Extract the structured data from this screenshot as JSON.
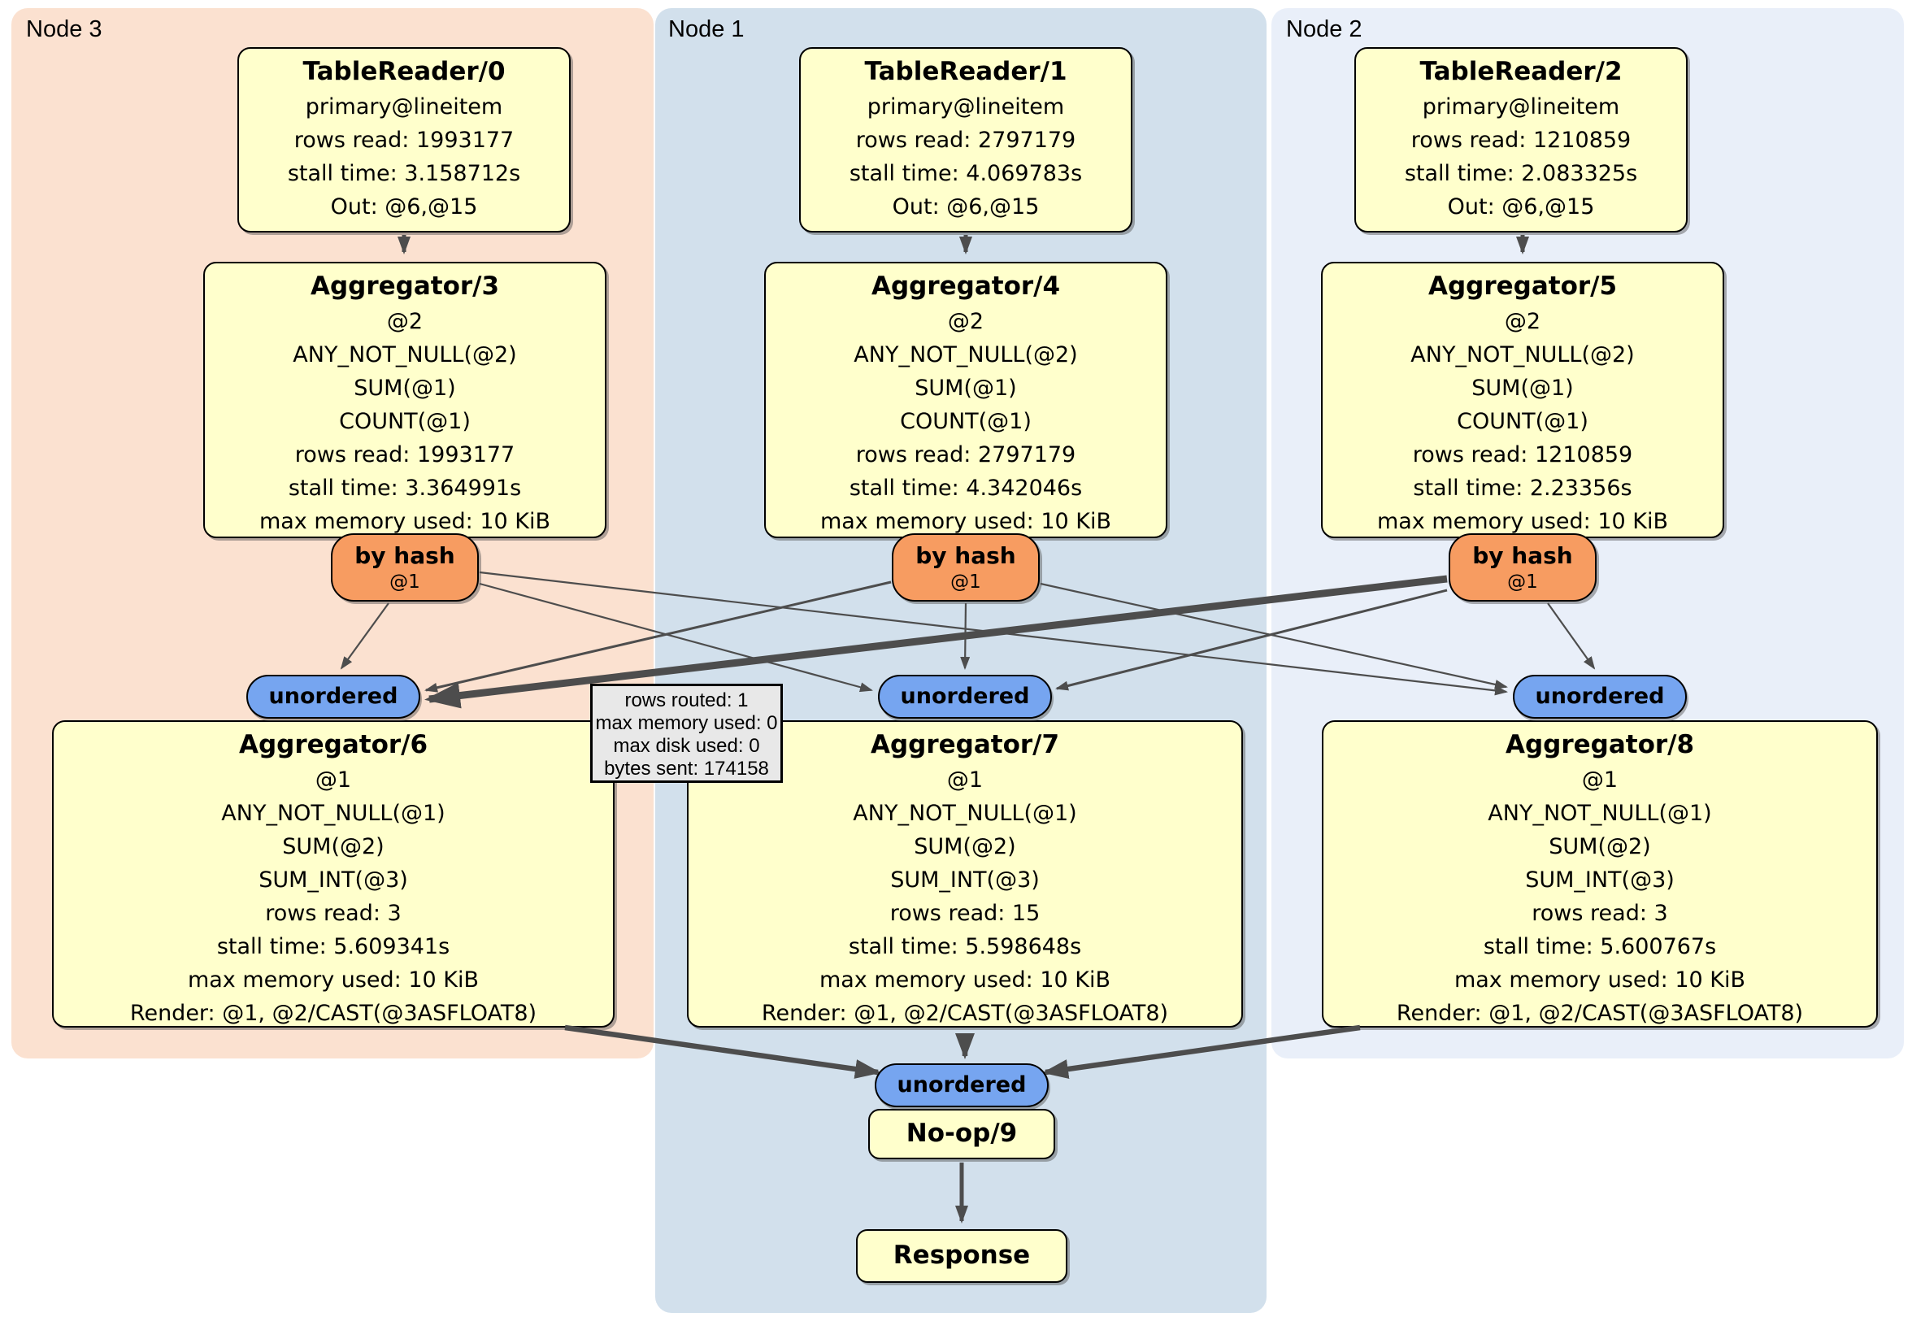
{
  "panels": [
    {
      "label": "Node 3"
    },
    {
      "label": "Node 1"
    },
    {
      "label": "Node 2"
    }
  ],
  "boxes": {
    "tr0": {
      "title": "TableReader/0",
      "lines": [
        "primary@lineitem",
        "rows read: 1993177",
        "stall time: 3.158712s",
        "Out: @6,@15"
      ]
    },
    "tr1": {
      "title": "TableReader/1",
      "lines": [
        "primary@lineitem",
        "rows read: 2797179",
        "stall time: 4.069783s",
        "Out: @6,@15"
      ]
    },
    "tr2": {
      "title": "TableReader/2",
      "lines": [
        "primary@lineitem",
        "rows read: 1210859",
        "stall time: 2.083325s",
        "Out: @6,@15"
      ]
    },
    "agg3": {
      "title": "Aggregator/3",
      "lines": [
        "@2",
        "ANY_NOT_NULL(@2)",
        "SUM(@1)",
        "COUNT(@1)",
        "rows read: 1993177",
        "stall time: 3.364991s",
        "max memory used: 10 KiB"
      ]
    },
    "agg4": {
      "title": "Aggregator/4",
      "lines": [
        "@2",
        "ANY_NOT_NULL(@2)",
        "SUM(@1)",
        "COUNT(@1)",
        "rows read: 2797179",
        "stall time: 4.342046s",
        "max memory used: 10 KiB"
      ]
    },
    "agg5": {
      "title": "Aggregator/5",
      "lines": [
        "@2",
        "ANY_NOT_NULL(@2)",
        "SUM(@1)",
        "COUNT(@1)",
        "rows read: 1210859",
        "stall time: 2.23356s",
        "max memory used: 10 KiB"
      ]
    },
    "agg6": {
      "title": "Aggregator/6",
      "lines": [
        "@1",
        "ANY_NOT_NULL(@1)",
        "SUM(@2)",
        "SUM_INT(@3)",
        "rows read: 3",
        "stall time: 5.609341s",
        "max memory used: 10 KiB",
        "Render: @1, @2/CAST(@3ASFLOAT8)"
      ]
    },
    "agg7": {
      "title": "Aggregator/7",
      "lines": [
        "@1",
        "ANY_NOT_NULL(@1)",
        "SUM(@2)",
        "SUM_INT(@3)",
        "rows read: 15",
        "stall time: 5.598648s",
        "max memory used: 10 KiB",
        "Render: @1, @2/CAST(@3ASFLOAT8)"
      ]
    },
    "agg8": {
      "title": "Aggregator/8",
      "lines": [
        "@1",
        "ANY_NOT_NULL(@1)",
        "SUM(@2)",
        "SUM_INT(@3)",
        "rows read: 3",
        "stall time: 5.600767s",
        "max memory used: 10 KiB",
        "Render: @1, @2/CAST(@3ASFLOAT8)"
      ]
    },
    "noop": {
      "title": "No-op/9"
    },
    "response": {
      "title": "Response"
    }
  },
  "router": {
    "label": "by hash",
    "sub": "@1"
  },
  "sync": {
    "label": "unordered"
  },
  "tooltip": {
    "lines": [
      "rows routed: 1",
      "max memory used: 0",
      "max disk used: 0",
      "bytes sent: 174158"
    ]
  },
  "colors": {
    "panel_node3": "#fbe1d0",
    "panel_node1": "#d2e0ec",
    "panel_node2": "#e9eff9",
    "node_fill": "#ffffcc",
    "node_border": "#000000",
    "router_fill": "#f79c61",
    "sync_fill": "#76a5f0",
    "edge": "#4d4d4d",
    "tooltip_fill": "#e8e8e8"
  }
}
